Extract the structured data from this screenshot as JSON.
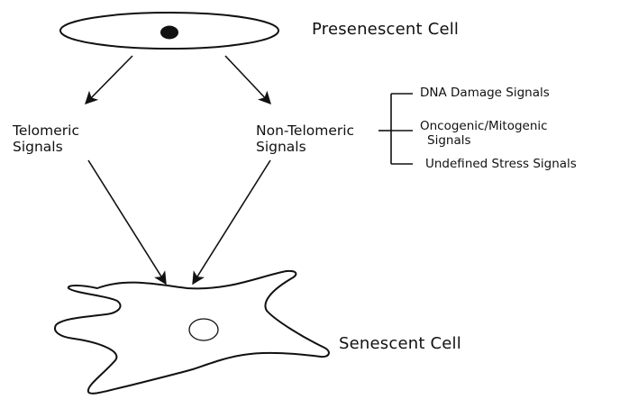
{
  "cells": {
    "presenescent": "Presenescent Cell",
    "senescent": "Senescent Cell"
  },
  "pathways": {
    "telomeric_line1": "Telomeric",
    "telomeric_line2": "Signals",
    "nontelomeric_line1": "Non-Telomeric",
    "nontelomeric_line2": "Signals"
  },
  "non_telomeric_sources": [
    {
      "label": "DNA Damage Signals"
    },
    {
      "label": "Oncogenic/Mitogenic",
      "label2": "Signals"
    },
    {
      "label": "Undefined Stress Signals"
    }
  ]
}
